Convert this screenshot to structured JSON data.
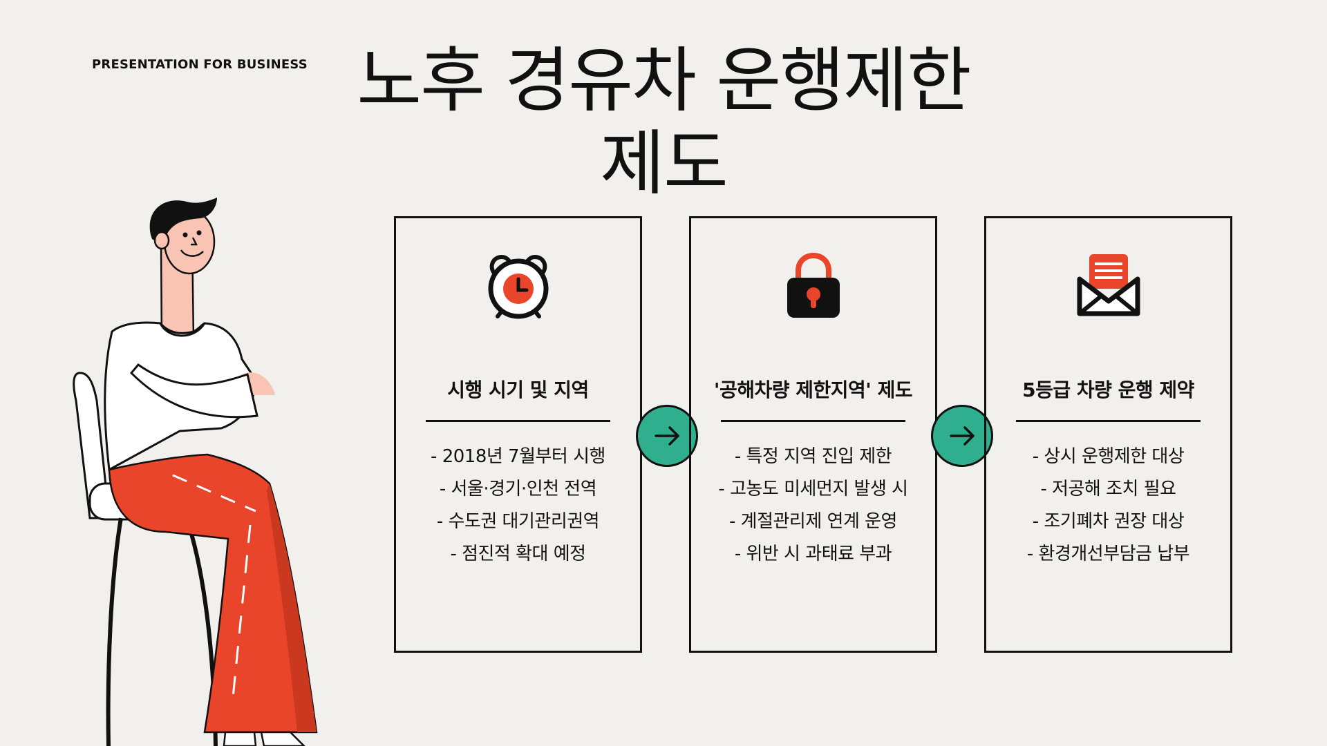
{
  "header": {
    "tagline": "PRESENTATION FOR BUSINESS",
    "title_line1": "노후 경유차 운행제한",
    "title_line2": "제도"
  },
  "cards": [
    {
      "icon": "alarm-clock-icon",
      "heading": "시행 시기 및 지역",
      "items": [
        "- 2018년 7월부터 시행",
        "- 서울·경기·인천 전역",
        "- 수도권 대기관리권역",
        "- 점진적 확대 예정"
      ]
    },
    {
      "icon": "padlock-icon",
      "heading": "'공해차량 제한지역' 제도",
      "items": [
        "- 특정 지역 진입 제한",
        "- 고농도 미세먼지 발생 시",
        "- 계절관리제 연계 운영",
        "- 위반 시 과태료 부과"
      ]
    },
    {
      "icon": "envelope-icon",
      "heading": "5등급 차량 운행 제약",
      "items": [
        "- 상시 운행제한 대상",
        "- 저공해 조치 필요",
        "- 조기폐차 권장 대상",
        "- 환경개선부담금 납부"
      ]
    }
  ],
  "colors": {
    "background": "#F1F0ED",
    "accent_red": "#E8452A",
    "accent_green": "#2FAF8E",
    "ink": "#111111"
  }
}
